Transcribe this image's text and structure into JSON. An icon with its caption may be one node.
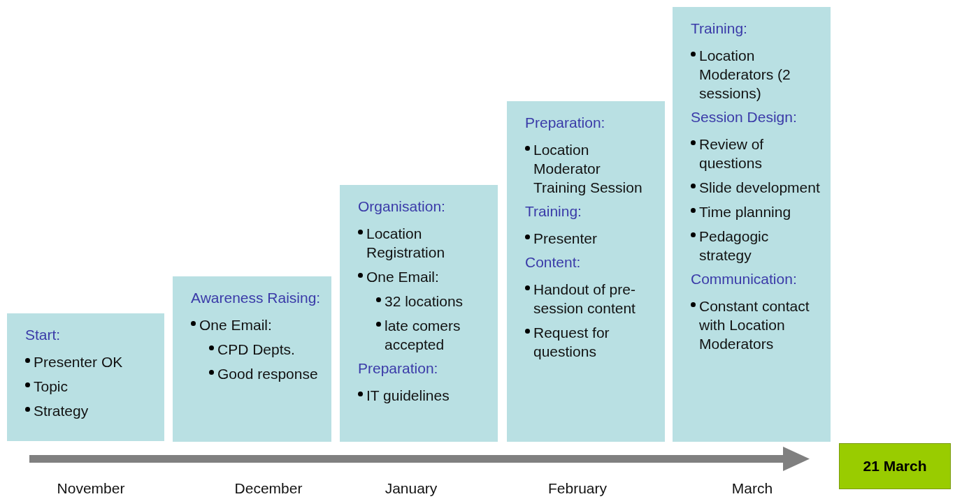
{
  "diagram": {
    "nodes": [
      {
        "text": [
          "Start:",
          "Presenter OK",
          "Topic",
          "Strategy"
        ]
      },
      {
        "text": [
          "Awareness Raising:",
          "One Email:",
          "CPD Depts.",
          "Good response"
        ]
      },
      {
        "text": [
          "Organisation:",
          "Location Registration",
          "One Email:",
          "32 locations",
          "late comers accepted",
          "Preparation:",
          "IT guidelines"
        ]
      },
      {
        "text": [
          "Preparation:",
          "Location Moderator Training Session",
          "Training:",
          "Presenter",
          "Content:",
          "Handout of pre-session content",
          "Request for questions"
        ]
      },
      {
        "text": [
          "Training:",
          "Location Moderators (2 sessions)",
          "Session Design:",
          "Review of questions",
          "Slide development",
          "Time planning",
          "Pedagogic strategy",
          "Communication:",
          "Constant contact with Location Moderators"
        ]
      },
      {
        "text": [
          "21 March"
        ]
      }
    ],
    "edges": [],
    "labels": [
      "November",
      "December",
      "January",
      "February",
      "March"
    ]
  }
}
